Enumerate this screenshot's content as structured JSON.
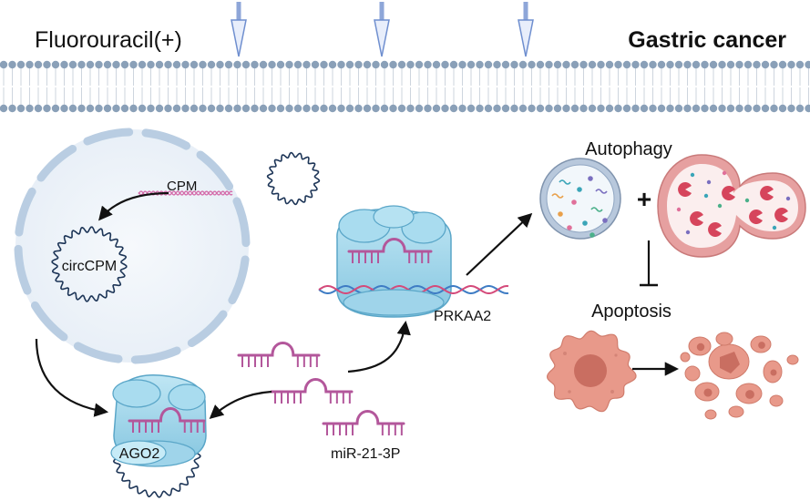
{
  "header": {
    "drug_label": "Fluorouracil(+)",
    "cancer_label": "Gastric cancer"
  },
  "labels": {
    "cpm": "CPM",
    "circcpm": "circCPM",
    "ago2": "AGO2",
    "mirna": "miR-21-3P",
    "prkaa2": "PRKAA2",
    "autophagy": "Autophagy",
    "plus": "+",
    "apoptosis": "Apoptosis"
  },
  "colors": {
    "membrane_head": "#8aa0b8",
    "nucleus_fill": "#eef3f9",
    "nucleus_envelope": "#b9cde2",
    "protein": "#9fd4ea",
    "protein_dark": "#6fb5d3",
    "mirna": "#b3579b",
    "cell_apoptotic": "#e8998a",
    "arrow": "#111111",
    "drug_arrow": "#8ea6d8"
  }
}
